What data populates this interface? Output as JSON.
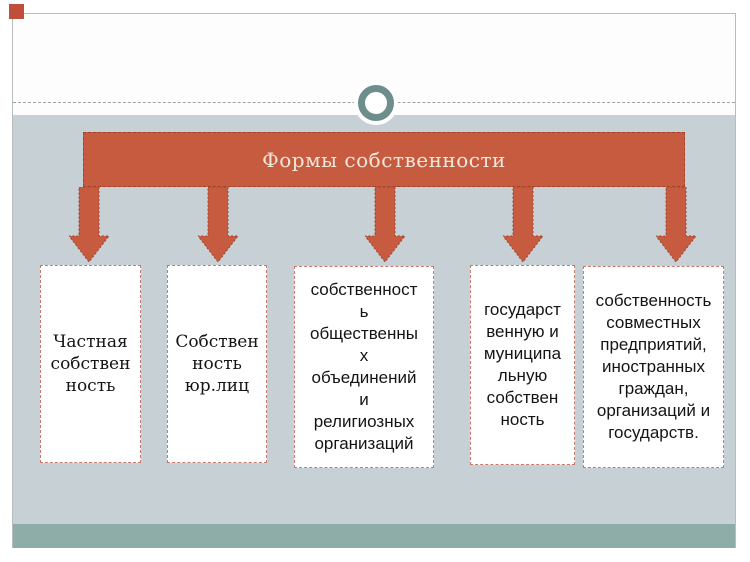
{
  "slide": {
    "title": "Формы собственности",
    "boxes": [
      {
        "text": "Частная\nсобствен\nность"
      },
      {
        "text": "Собствен\nность\nюр.лиц"
      },
      {
        "text": "собственност\nь\nобщественны\nх\nобъединений\nи\nрелигиозных\nорганизаций"
      },
      {
        "text": "государст\nвенную и\nмуниципа\nльную\nсобствен\nность"
      },
      {
        "text": "собственность\nсовместных\nпредприятий,\nиностранных\nграждан,\nорганизаций и\nгосударств."
      }
    ]
  },
  "colors": {
    "banner_red": "#C65B40",
    "arrow_red": "#C65B40",
    "background_gray": "#C7D0D4",
    "footer_teal": "#8EACA8",
    "ring_teal": "#6D8E8B",
    "box_border": "#C9796B",
    "corner_square": "#BF4F39",
    "title_text": "#F2E7DB",
    "box_text": "#141414"
  }
}
